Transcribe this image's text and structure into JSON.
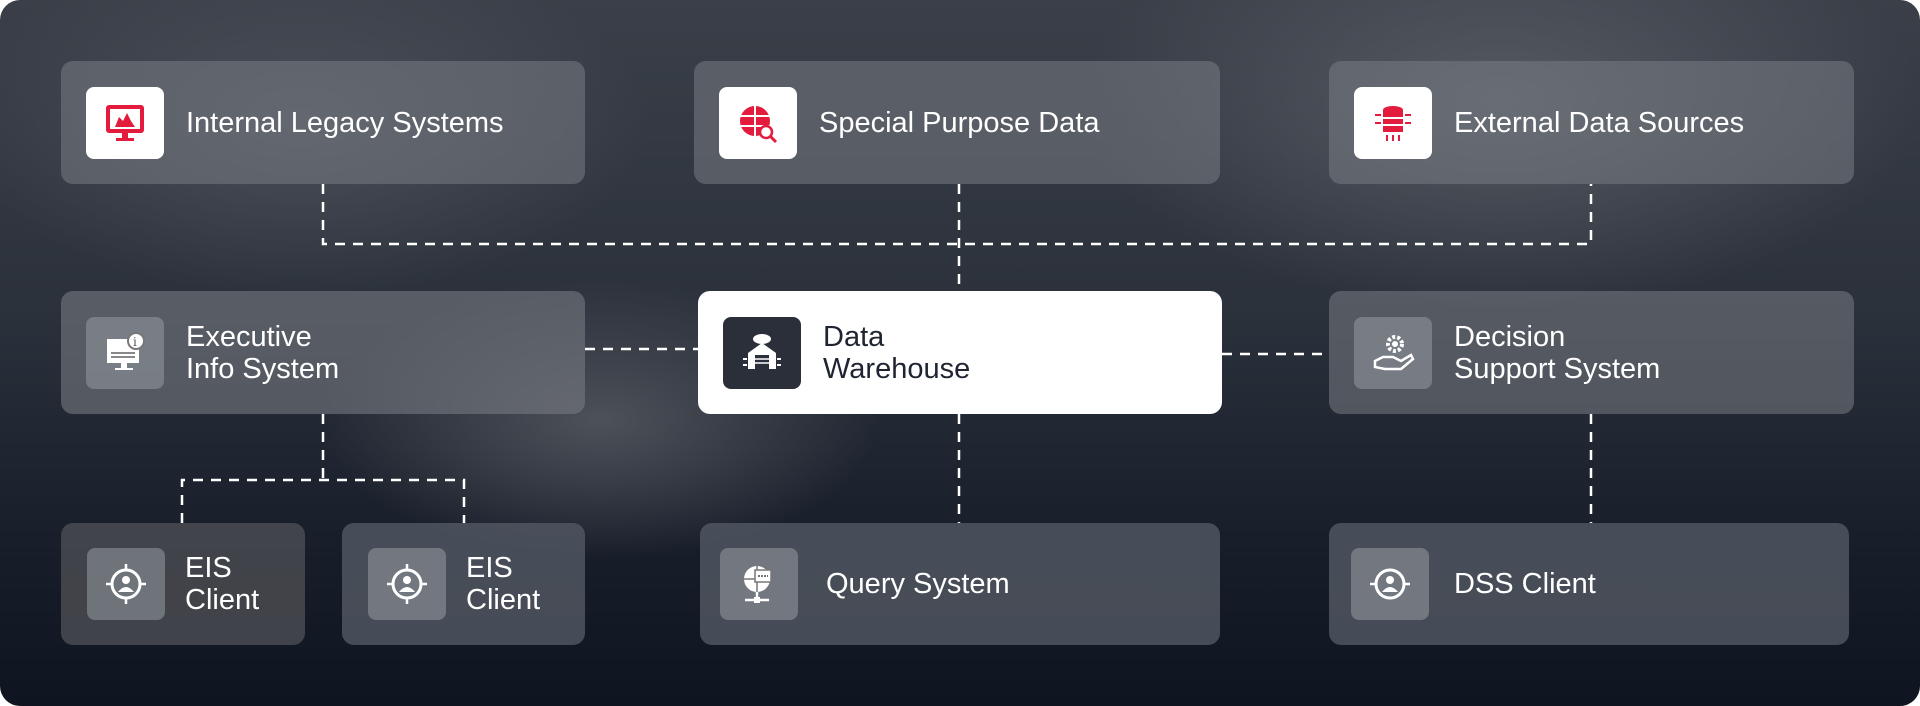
{
  "nodes": {
    "internal_legacy": "Internal Legacy Systems",
    "special_purpose": "Special Purpose Data",
    "external_sources": "External Data Sources",
    "eis_line1": "Executive",
    "eis_line2": "Info System",
    "dw_line1": "Data",
    "dw_line2": "Warehouse",
    "dss_line1": "Decision",
    "dss_line2": "Support System",
    "eis_client1_l1": "EIS",
    "eis_client1_l2": "Client",
    "eis_client2_l1": "EIS",
    "eis_client2_l2": "Client",
    "query": "Query System",
    "dss_client": "DSS Client"
  },
  "colors": {
    "accent": "#e31c3d",
    "dark": "#2a2f3a"
  }
}
